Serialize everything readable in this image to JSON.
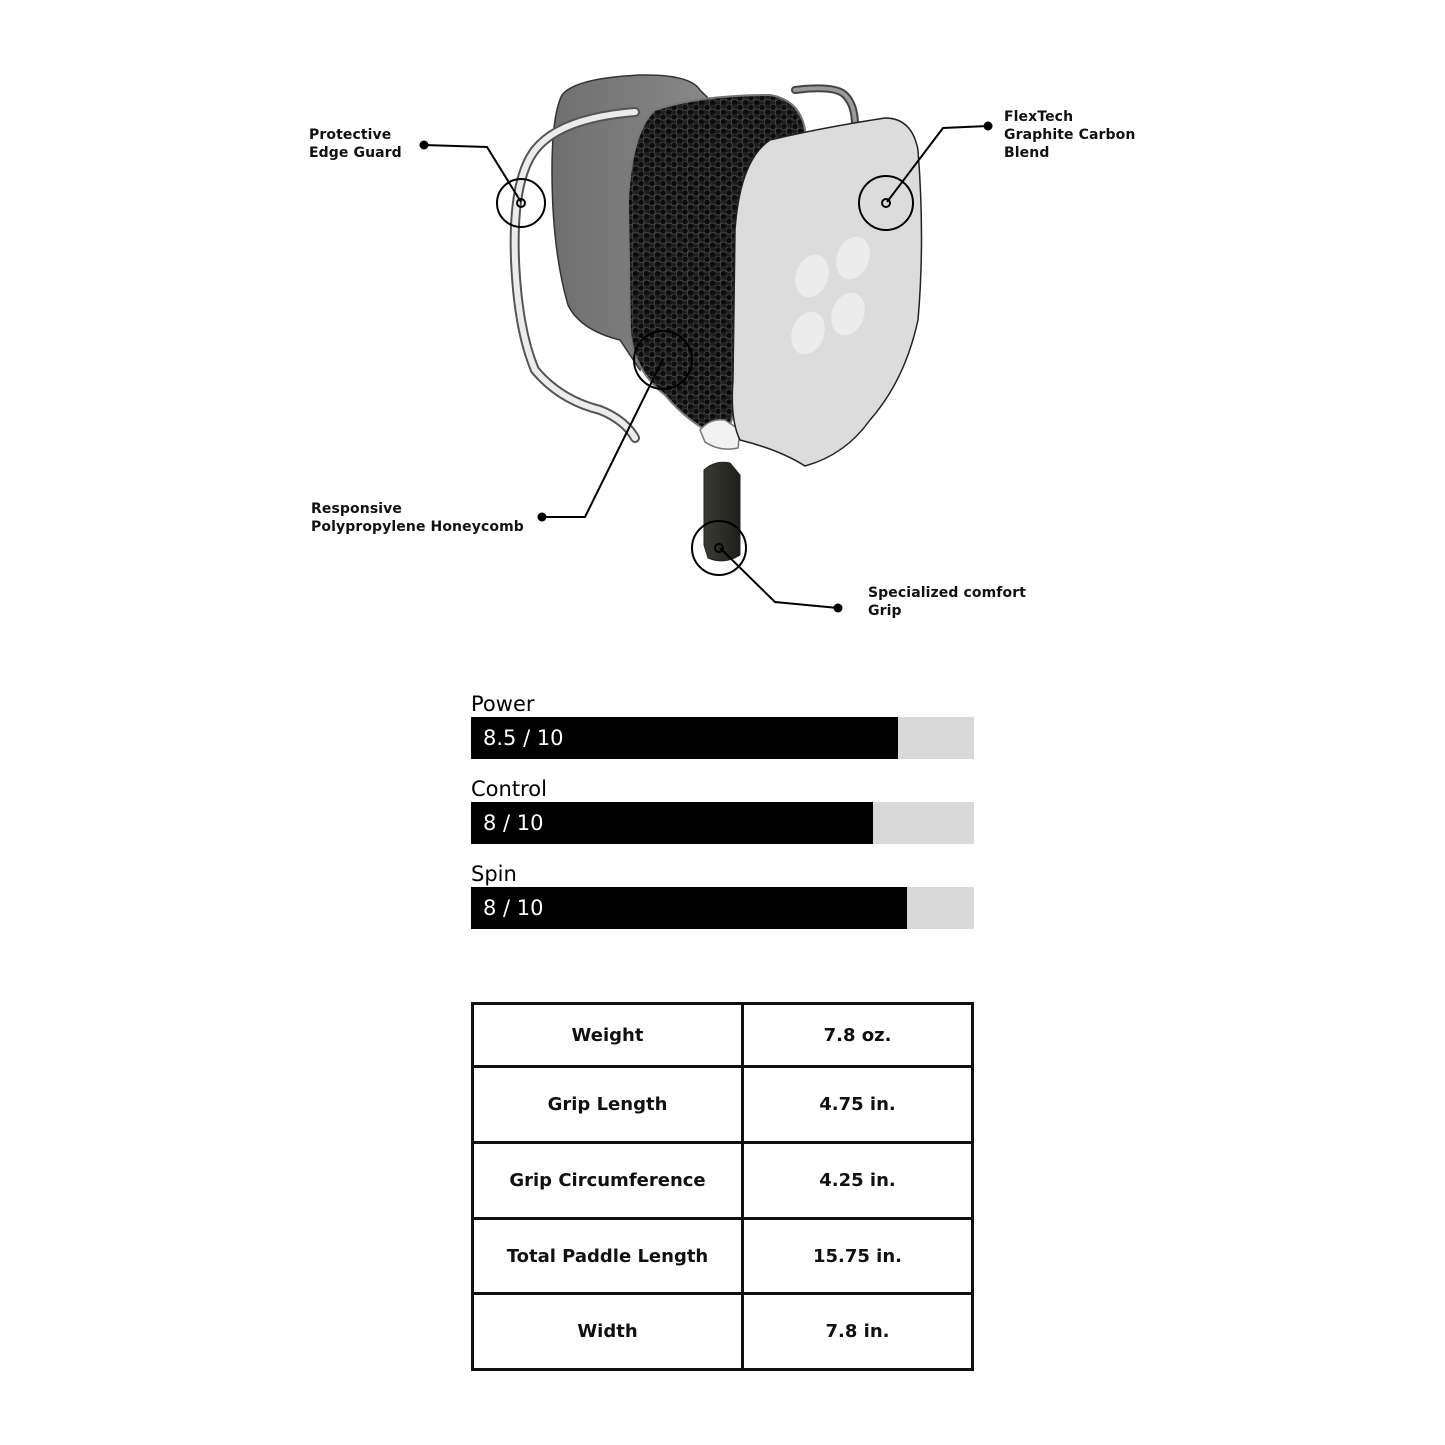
{
  "diagram": {
    "callouts": [
      {
        "id": "edge-guard",
        "label_lines": [
          "Protective",
          "Edge Guard"
        ]
      },
      {
        "id": "face",
        "label_lines": [
          "FlexTech",
          "Graphite Carbon",
          "Blend"
        ]
      },
      {
        "id": "core",
        "label_lines": [
          "Responsive",
          "Polypropylene Honeycomb"
        ]
      },
      {
        "id": "grip",
        "label_lines": [
          "Specialized comfort",
          "Grip"
        ]
      }
    ],
    "colors": {
      "face_plate": "#dcdcdc",
      "back_plate": "#7d7d7d",
      "honeycomb": "#1e1e1e",
      "grip": "#2b2c26",
      "line": "#000000"
    }
  },
  "ratings": [
    {
      "label": "Power",
      "value_text": "8.5 / 10",
      "fill_pct": 85
    },
    {
      "label": "Control",
      "value_text": "8 / 10",
      "fill_pct": 80
    },
    {
      "label": "Spin",
      "value_text": "8 / 10",
      "fill_pct": 87
    }
  ],
  "specs": [
    {
      "name": "Weight",
      "value": "7.8 oz."
    },
    {
      "name": "Grip Length",
      "value": "4.75 in."
    },
    {
      "name": "Grip Circumference",
      "value": "4.25 in."
    },
    {
      "name": "Total Paddle Length",
      "value": "15.75 in."
    },
    {
      "name": "Width",
      "value": "7.8 in."
    }
  ],
  "chart_data": {
    "type": "bar",
    "orientation": "horizontal",
    "categories": [
      "Power",
      "Control",
      "Spin"
    ],
    "values": [
      8.5,
      8,
      8
    ],
    "value_labels": [
      "8.5 / 10",
      "8 / 10",
      "8 / 10"
    ],
    "xlim": [
      0,
      10
    ],
    "title": "",
    "grid": false,
    "legend": "none"
  }
}
